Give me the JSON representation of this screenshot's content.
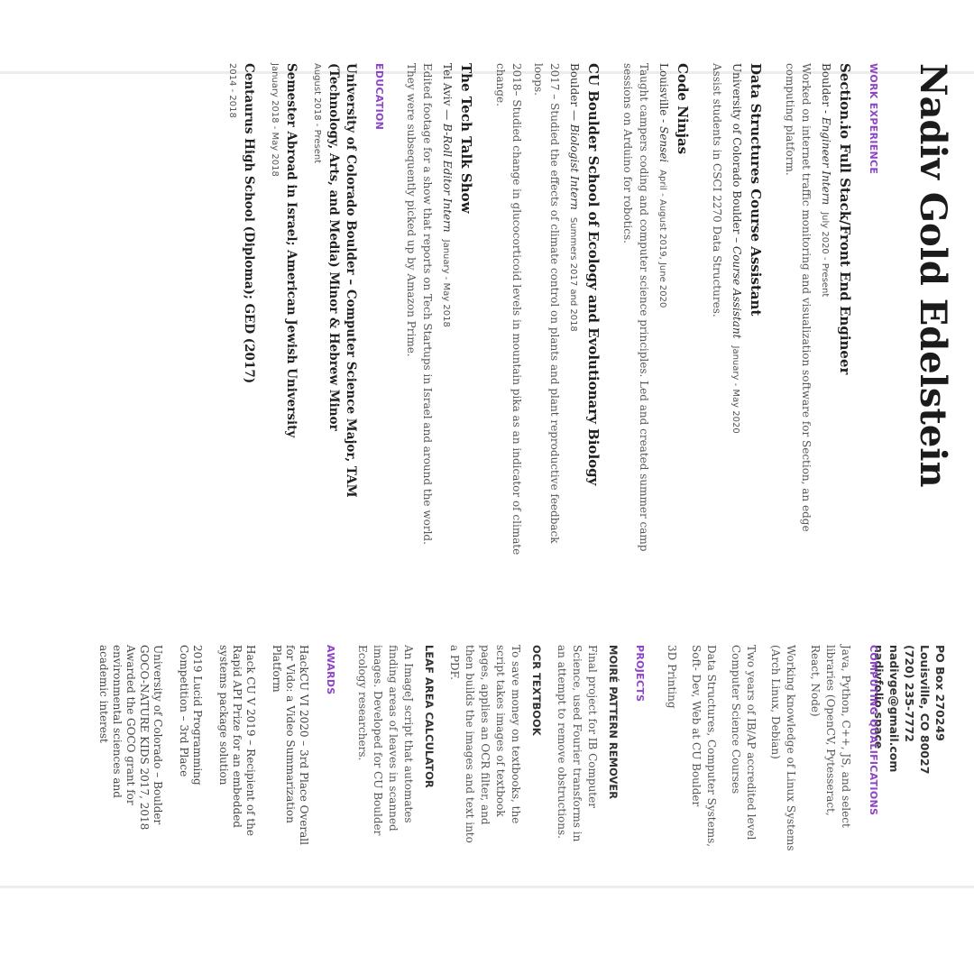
{
  "name": "Nadiv Gold Edelstein",
  "contact": {
    "address1": "PO Box 270249",
    "address2": "Louisville, CO 80027",
    "phone": "(720) 235-7772",
    "email": "nadivge@gmail.com",
    "website": "nadivfolio.space"
  },
  "work": {
    "heading": "WORK EXPERIENCE",
    "jobs": [
      {
        "title": "Section.io Full Stack/Front End Engineer",
        "location": "Boulder",
        "sep": " - ",
        "role": "Engineer Intern",
        "dates": "July  2020 - Present",
        "desc": [
          "Worked on internet traffic monitoring and visualization software for Section, an edge computing platform."
        ]
      },
      {
        "title": "Data Structures Course Assistant",
        "location": "University of Colorado Boulder",
        "sep": " – ",
        "role": "Course Assistant",
        "dates": "January - May 2020",
        "desc": [
          "Assist students in CSCI 2270 Data Structures."
        ]
      },
      {
        "title": "Code Ninjas",
        "location": "Louisville",
        "sep": " - ",
        "role": "Sensei",
        "dates": "April - August 2019, June 2020",
        "desc": [
          "Taught campers coding and computer science principles. Led and created summer camp sessions on Arduino for robotics."
        ]
      },
      {
        "title": "CU Boulder School of Ecology and Evolutionary Biology",
        "location": "Boulder",
        "sep": " — ",
        "role": "Biologist Intern",
        "dates": "Summers 2017 and 2018",
        "desc": [
          "2017 – Studied the effects of climate control on plants and plant reproductive feedback loops.",
          "2018– Studied change in glucocorticoid levels in mountain pika as an indicator of climate change."
        ]
      },
      {
        "title": "The Tech Talk Show",
        "location": "Tel Aviv",
        "sep": " — ",
        "role": "B-Roll Editor Intern",
        "dates": "January - May 2018",
        "desc": [
          "Edited footage for a show that reports on Tech Startups in Israel and around the world. They were subsequently picked up by Amazon Prime."
        ]
      }
    ]
  },
  "education": {
    "heading": "EDUCATION",
    "items": [
      {
        "title": "University of Colorado Boulder – Computer Science Major, TAM (Technology, Arts, and Media) Minor & Hebrew Minor",
        "dates": "August 2018 - Present"
      },
      {
        "title": "Semester Abroad in Israel; American Jewish University",
        "dates": "January 2018 - May 2018"
      },
      {
        "title": "Centaurus High School (Diploma); GED (2017)",
        "dates": "2014 - 2018"
      }
    ]
  },
  "qualifications": {
    "heading": "COMPUTING QUALIFICATIONS",
    "items": [
      "Java, Python, C++, JS, and select libraries (OpenCV, Pytesseract, React, Node)",
      "Working knowledge of Linux Systems (Arch Linux, Debian)",
      "Two years of IB/AP accredited level Computer Science Courses",
      "Data Structures, Computer Systems, Soft- Dev, Web at CU Boulder",
      "3D Printing"
    ]
  },
  "projects": {
    "heading": "PROJECTS",
    "items": [
      {
        "title": "MOIRÉ PATTERN REMOVER",
        "desc": "Final project for IB Computer Science, used Fourier transforms in an attempt to remove obstructions."
      },
      {
        "title": "OCR TEXTBOOK",
        "desc": "To save money on textbooks, the script takes images of textbook pages, applies an OCR filter, and then builds the images and text into a PDF."
      },
      {
        "title": "LEAF AREA CALCULATOR",
        "desc": "An ImageJ script that automates finding areas of leaves in scanned images. Developed for CU Boulder Ecology researchers."
      }
    ]
  },
  "awards": {
    "heading": "AWARDS",
    "items": [
      "HackCU VI 2020 – 3rd Place Overall for Vido: a Video Summarization Platform",
      "Hack CU V 2019 – Recipient of the Rapid API Prize for an embedded systems package solution",
      "2019 Lucid Programming Competition – 3rd Place",
      "University of Colorado – Boulder GOCO-NATURE KIDS 2017, 2018 Awarded the GOCO grant for environmental sciences and academic interest"
    ]
  }
}
